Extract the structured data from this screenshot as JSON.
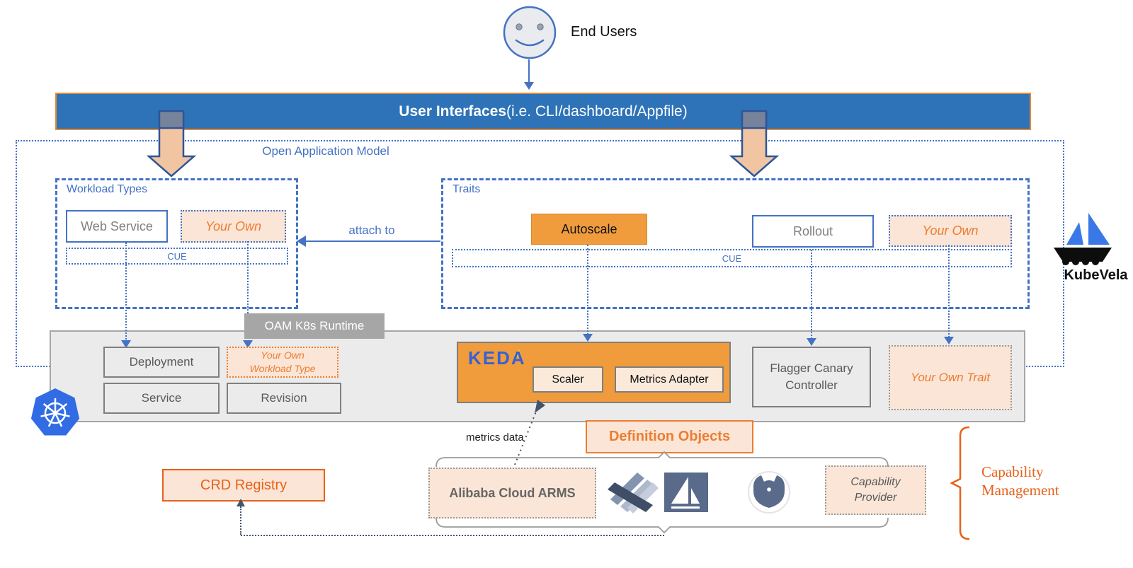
{
  "colors": {
    "accent_blue": "#4472C4",
    "bar_blue": "#2E73B8",
    "bar_border_orange": "#E8882D",
    "accent_orange": "#ED7D31",
    "deep_orange": "#E8611A",
    "peach_fill": "#FBE5D6",
    "keda_orange": "#F09C3D",
    "keda_blue": "#3761D3",
    "slate": "#44546A",
    "gray_border": "#7F7F7F",
    "gray_text": "#595959",
    "runtime_gray": "#EBEBEB",
    "k8s_blue": "#326CE5"
  },
  "top": {
    "end_users_label": "End Users"
  },
  "ui_bar": {
    "title_bold": "User Interfaces",
    "title_rest": " (i.e. CLI/dashboard/Appfile)"
  },
  "oam": {
    "label": "Open Application Model",
    "attach_to_label": "attach to",
    "workload_types": {
      "title": "Workload Types",
      "web_service": "Web Service",
      "your_own": "Your Own",
      "cue": "CUE"
    },
    "traits": {
      "title": "Traits",
      "autoscale": "Autoscale",
      "rollout": "Rollout",
      "your_own": "Your Own",
      "cue": "CUE"
    }
  },
  "runtime": {
    "label": "OAM K8s Runtime",
    "deployment": "Deployment",
    "service": "Service",
    "your_own_workload_type": "Your Own Workload Type",
    "revision": "Revision",
    "keda_logo": "KEDA",
    "scaler": "Scaler",
    "metrics_adapter": "Metrics Adapter",
    "flagger_canary_controller": "Flagger Canary Controller",
    "your_own_trait": "Your Own Trait"
  },
  "bottom": {
    "crd_registry": "CRD Registry",
    "definition_objects": "Definition Objects",
    "metrics_data_label": "metrics data",
    "alibaba_cloud_arms": "Alibaba Cloud ARMS",
    "capability_provider": "Capability Provider",
    "capability_management": "Capability Management",
    "provider_icons": [
      "diagonal-stripes-logo",
      "istio-sailboat-logo",
      "horned-helmet-logo"
    ]
  },
  "branding": {
    "kubevela_label": "KubeVela"
  }
}
